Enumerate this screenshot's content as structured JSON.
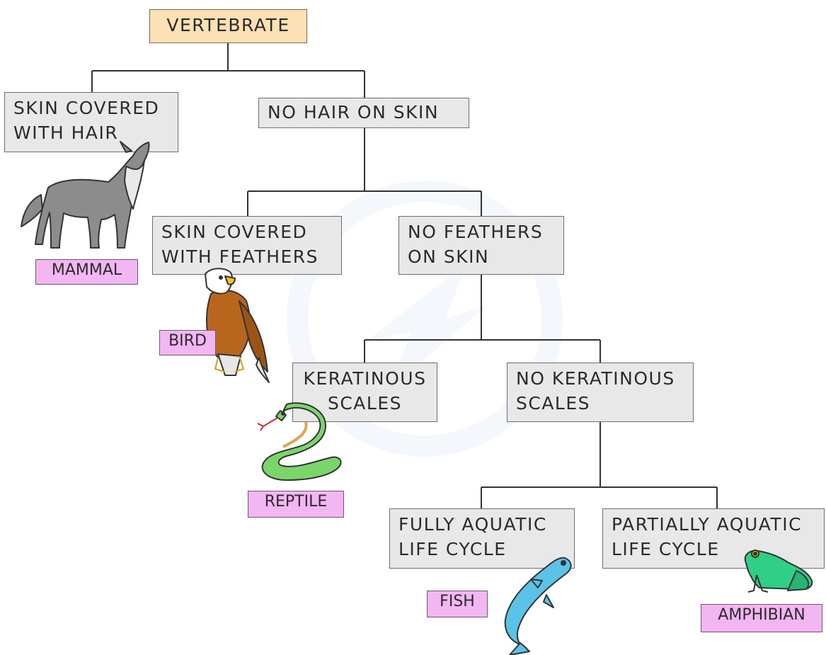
{
  "nodes": {
    "vertebrate": "VERTEBRATE",
    "hair": "SKIN COVERED\nWITH HAIR",
    "no_hair": "NO HAIR ON SKIN",
    "feathers": "SKIN COVERED\nWITH FEATHERS",
    "no_feathers": "NO FEATHERS\nON SKIN",
    "keratinous": "KERATINOUS\nSCALES",
    "no_keratinous": "NO KERATINOUS\nSCALES",
    "fully_aquatic": "FULLY AQUATIC\nLIFE CYCLE",
    "partially_aquatic": "PARTIALLY AQUATIC\nLIFE CYCLE"
  },
  "classes": {
    "mammal": "MAMMAL",
    "bird": "BIRD",
    "reptile": "REPTILE",
    "fish": "FISH",
    "amphibian": "AMPHIBIAN"
  },
  "icons": [
    "wolf-icon",
    "eagle-icon",
    "snake-icon",
    "fish-icon",
    "frog-icon"
  ],
  "colors": {
    "root_box": "#fbe1b3",
    "node_box": "#e8e8e8",
    "class_tag": "#f2b6f2",
    "lines": "#333333"
  }
}
